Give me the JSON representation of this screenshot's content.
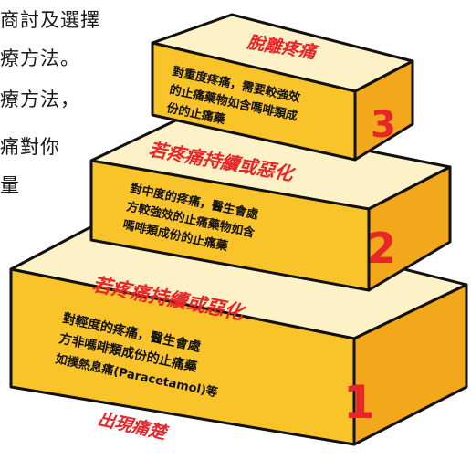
{
  "side_text": [
    "商討及選擇",
    "療方法。",
    "療方法，",
    "痛對你",
    "量"
  ],
  "levels": [
    {
      "number": "1",
      "title": "若疼痛持續或惡化",
      "lines": [
        "對輕度的疼痛，醫生會處",
        "方非嗎啡類成份的止痛藥",
        "如撲熱息痛(Paracetamol)等"
      ]
    },
    {
      "number": "2",
      "title": "若疼痛持續或惡化",
      "lines": [
        "對中度的疼痛，醫生會處",
        "方較強效的止痛藥物如含",
        "嗎啡類成份的止痛藥"
      ]
    },
    {
      "number": "3",
      "title": "脫離疼痛",
      "lines": [
        "對重度疼痛，需要較強效",
        "的止痛藥物如含嗎啡類成",
        "份的止痛藥"
      ]
    }
  ],
  "base_label": "出現痛楚",
  "colors": {
    "top_face": "#fdf1c7",
    "front_face": "#f9c42a",
    "side_face": "#f3a71b",
    "outline": "#111111",
    "accent_red": "#e8262a"
  }
}
